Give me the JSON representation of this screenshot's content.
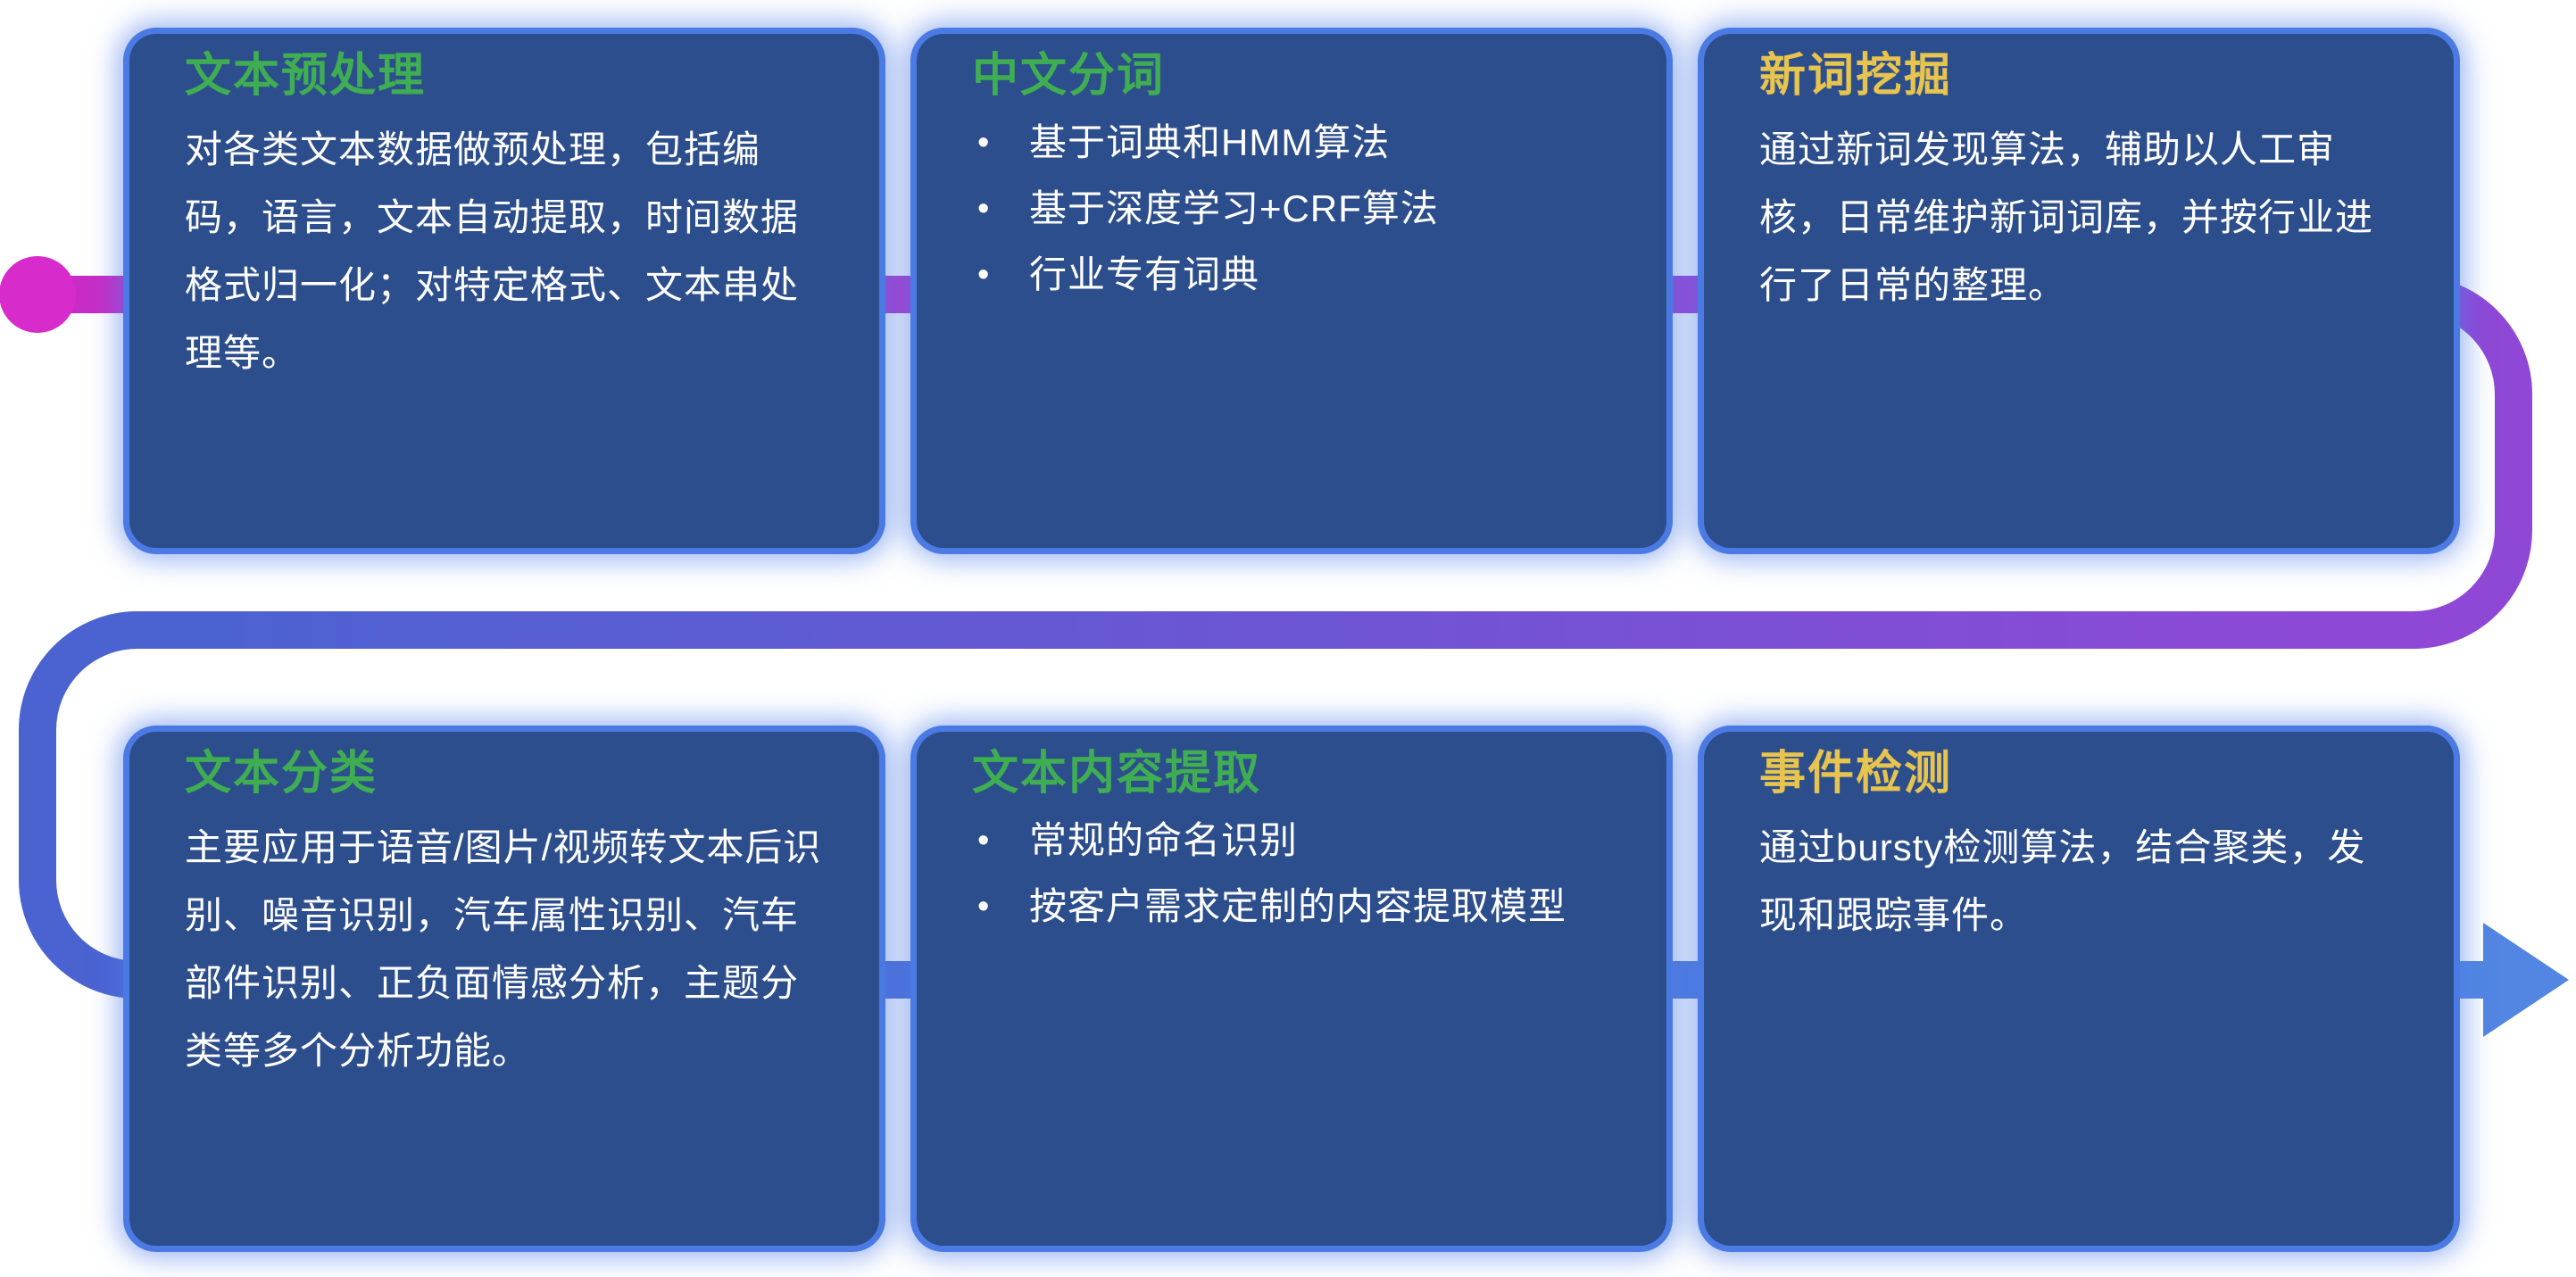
{
  "page": {
    "background_color": "#ffffff",
    "card_background_color": "#2d4e8c",
    "card_border_color": "#4b7ae4",
    "body_text_color": "#ffffff"
  },
  "flow": {
    "colors": {
      "dot": "#d72ccb",
      "magenta": "#c92cc6",
      "purple": "#8f48d6",
      "blue": "#4a63d1",
      "arrow_blue": "#5286e2"
    }
  },
  "cards": [
    {
      "id": "text-preprocessing",
      "title": "文本预处理",
      "title_color": "#3fae53",
      "type": "paragraph",
      "body": "对各类文本数据做预处理，包括编码，语言，文本自动提取，时间数据格式归一化；对特定格式、文本串处理等。"
    },
    {
      "id": "chinese-word-segmentation",
      "title": "中文分词",
      "title_color": "#3fae53",
      "type": "bullets",
      "bullets": [
        "基于词典和HMM算法",
        "基于深度学习+CRF算法",
        "行业专有词典"
      ]
    },
    {
      "id": "new-word-mining",
      "title": "新词挖掘",
      "title_color": "#e7c44e",
      "type": "paragraph",
      "body": "通过新词发现算法，辅助以人工审核，日常维护新词词库，并按行业进行了日常的整理。"
    },
    {
      "id": "text-classification",
      "title": "文本分类",
      "title_color": "#3fae53",
      "type": "paragraph",
      "body": "主要应用于语音/图片/视频转文本后识别、噪音识别，汽车属性识别、汽车部件识别、正负面情感分析，主题分类等多个分析功能。"
    },
    {
      "id": "text-content-extraction",
      "title": "文本内容提取",
      "title_color": "#3fae53",
      "type": "bullets",
      "bullets": [
        "常规的命名识别",
        "按客户需求定制的内容提取模型"
      ]
    },
    {
      "id": "event-detection",
      "title": "事件检测",
      "title_color": "#e7c44e",
      "type": "paragraph",
      "body": "通过bursty检测算法，结合聚类，发现和跟踪事件。"
    }
  ]
}
